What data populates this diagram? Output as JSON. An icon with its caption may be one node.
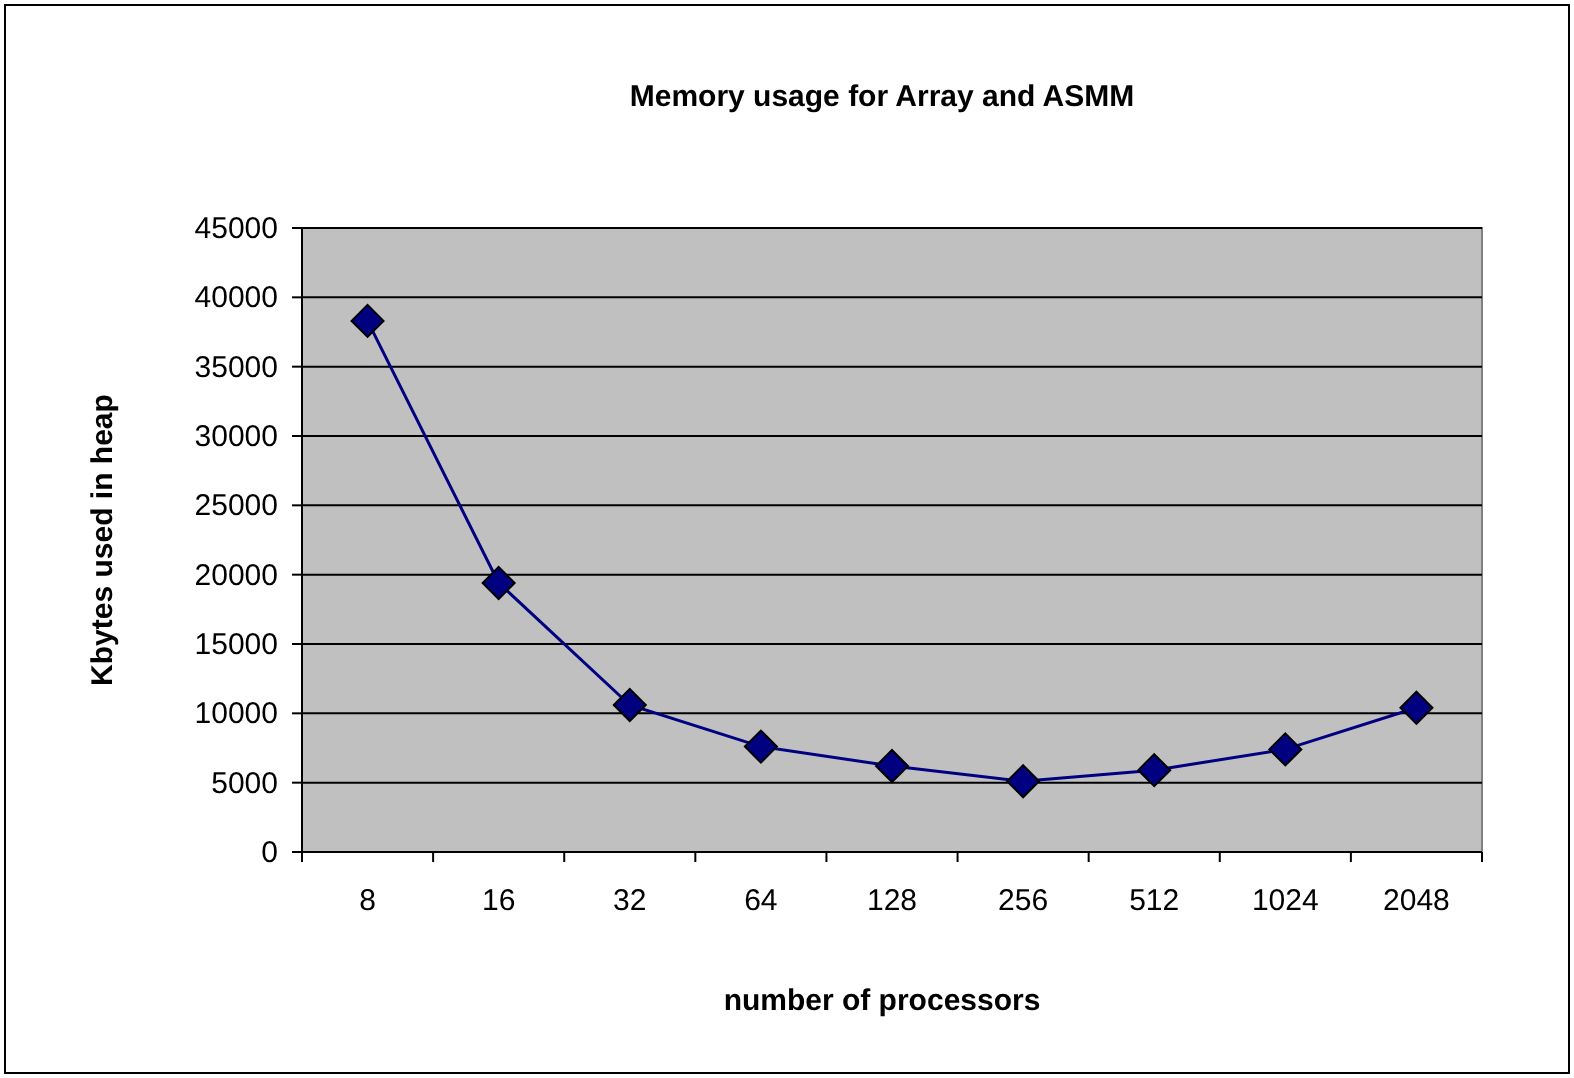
{
  "diagram": {
    "chart_data": {
      "type": "line",
      "title": "Memory usage for Array and ASMM",
      "xlabel": "number of processors",
      "ylabel": "Kbytes used in heap",
      "categories": [
        "8",
        "16",
        "32",
        "64",
        "128",
        "256",
        "512",
        "1024",
        "2048"
      ],
      "series": [
        {
          "color": "#000080",
          "marker": "diamond",
          "values": [
            38300,
            19400,
            10600,
            7600,
            6200,
            5100,
            5900,
            7400,
            10400
          ]
        }
      ],
      "grid": "y",
      "ylim": [
        0,
        45000
      ],
      "yticks": [
        0,
        5000,
        10000,
        15000,
        20000,
        25000,
        30000,
        35000,
        40000,
        45000
      ]
    }
  }
}
